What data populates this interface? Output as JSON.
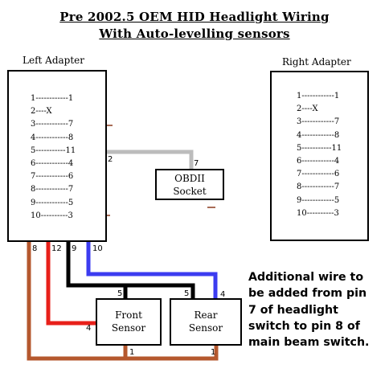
{
  "title_line1": "Pre 2002.5 OEM HID Headlight Wiring",
  "title_line2": "With Auto-levelling sensors",
  "left_adapter": {
    "label": "Left Adapter",
    "pins": [
      "1------------1",
      "2----X",
      "3------------7",
      "4------------8",
      "5-----------11",
      "6------------4",
      "7------------6",
      "8------------7",
      "9------------5",
      "10----------3"
    ]
  },
  "right_adapter": {
    "label": "Right Adapter",
    "pins": [
      "1------------1",
      "2----X",
      "3------------7",
      "4------------8",
      "5-----------11",
      "6------------4",
      "7------------6",
      "8------------7",
      "9------------5",
      "10----------3"
    ]
  },
  "obd_socket": {
    "line1": "OBDII",
    "line2": "Socket"
  },
  "front_sensor": {
    "line1": "Front",
    "line2": "Sensor"
  },
  "rear_sensor": {
    "line1": "Rear",
    "line2": "Sensor"
  },
  "wire_numbers": {
    "grey_left": "2",
    "grey_right": "7",
    "adapter_8": "8",
    "adapter_12": "12",
    "adapter_9": "9",
    "adapter_10": "10",
    "front_5": "5",
    "rear_5": "5",
    "rear_4": "4",
    "front_4": "4",
    "front_1": "1",
    "rear_1": "1"
  },
  "note_lines": [
    "Additional wire to",
    "be added from pin",
    "7 of headlight",
    "switch to pin 8 of",
    "main beam switch."
  ],
  "colors": {
    "brown": "#b5582e",
    "red": "#e8201a",
    "black": "#000000",
    "blue": "#3c3cf0",
    "grey": "#bcbcbc",
    "dark_red": "#8b3a1e"
  }
}
